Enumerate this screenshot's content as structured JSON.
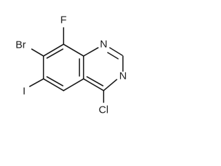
{
  "molecule": {
    "atoms": {
      "bromo": "Br",
      "fluoro": "F",
      "iodo": "I",
      "chloro": "Cl",
      "n1": "N",
      "n3": "N"
    }
  }
}
